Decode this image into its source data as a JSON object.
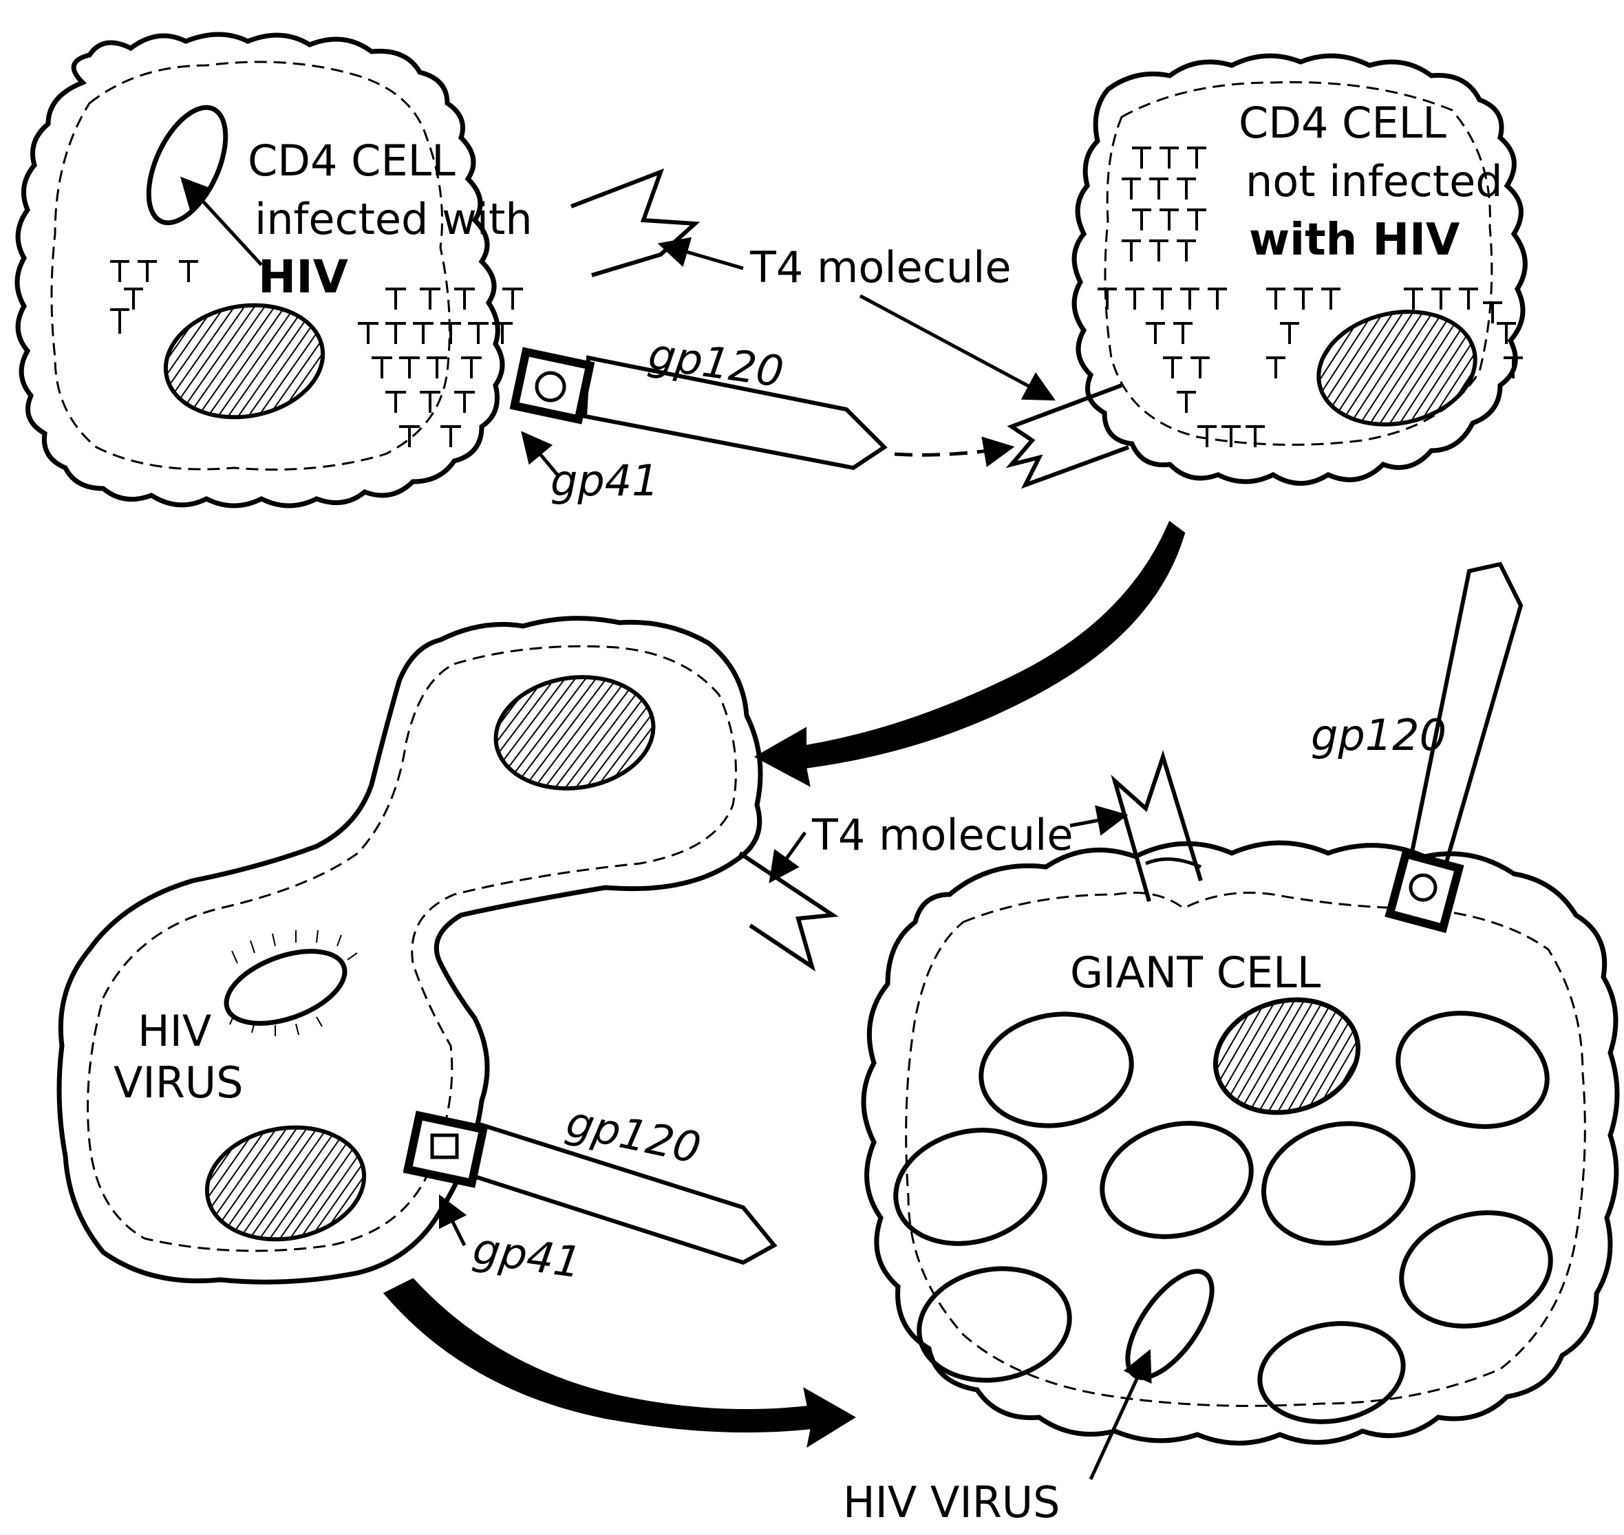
{
  "labels": {
    "cd4_infected_line1": "CD4 CELL",
    "cd4_infected_line2": "infected with",
    "cd4_infected_line3": "HIV",
    "cd4_uninfected_line1": "CD4 CELL",
    "cd4_uninfected_line2": "not infected",
    "cd4_uninfected_line3": "with HIV",
    "t4_molecule_top": "T4 molecule",
    "gp120_top": "gp120",
    "gp41_top": "gp41",
    "hiv_virus_left_line1": "HIV",
    "hiv_virus_left_line2": "VIRUS",
    "t4_molecule_mid": "T4 molecule",
    "gp120_bottom": "gp120",
    "gp41_bottom": "gp41",
    "gp120_right": "gp120",
    "giant_cell": "GIANT CELL",
    "hiv_virus_bottom": "HIV VIRUS"
  },
  "colors": {
    "ink": "#000000",
    "paper": "#ffffff"
  }
}
